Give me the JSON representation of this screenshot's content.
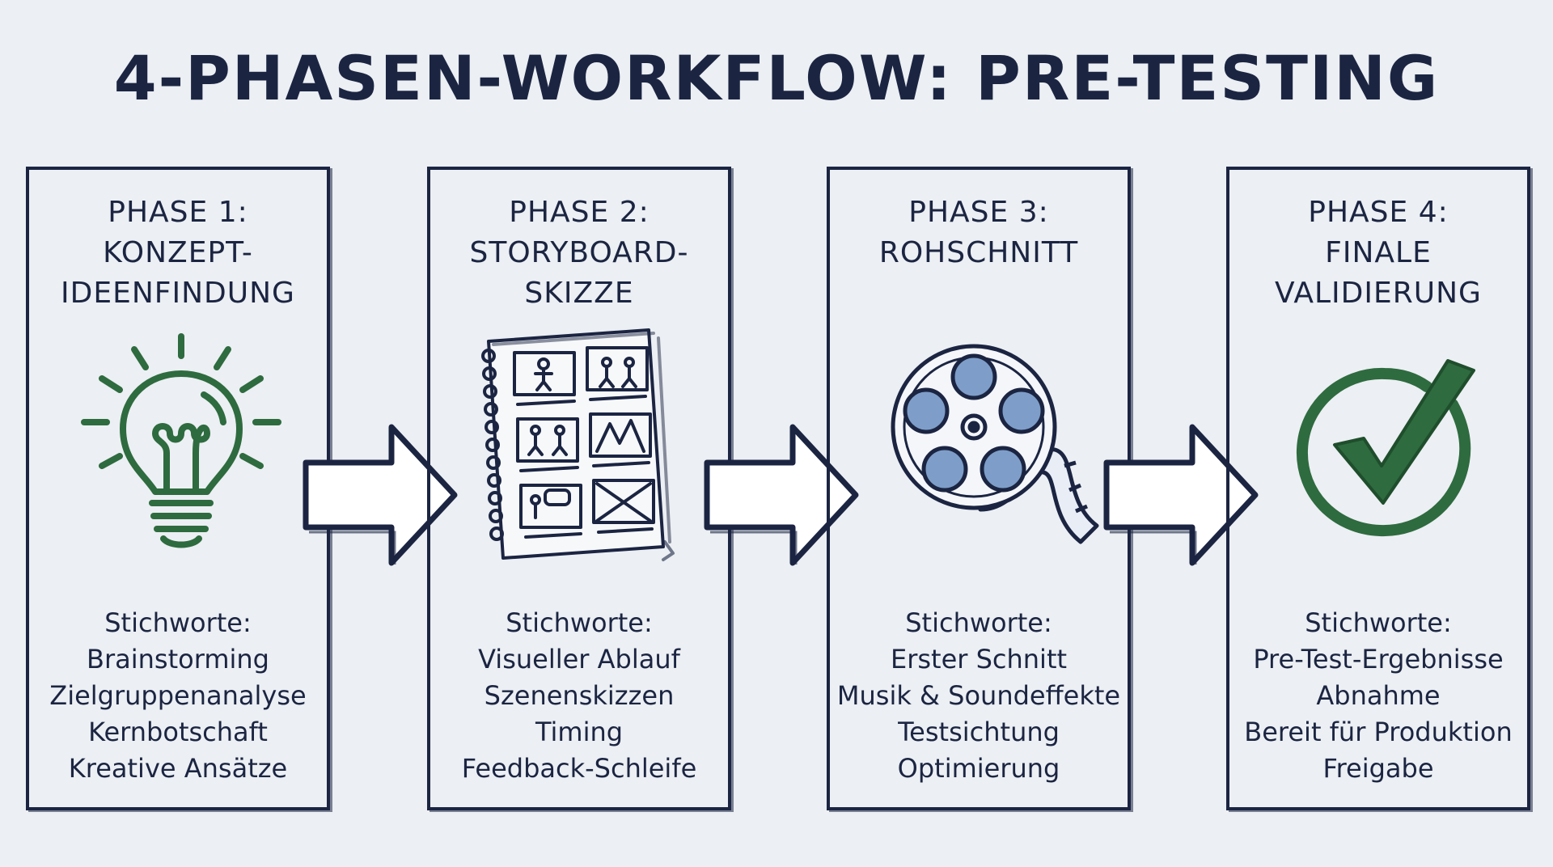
{
  "title": "4-PHASEN-WORKFLOW: PRE-TESTING",
  "phases": [
    {
      "lines": [
        "PHASE 1:",
        "KONZEPT-",
        "IDEENFINDUNG"
      ],
      "icon": "lightbulb-icon",
      "keywords_label": "Stichworte:",
      "keywords": [
        "Brainstorming",
        "Zielgruppenanalyse",
        "Kernbotschaft",
        "Kreative Ansätze"
      ]
    },
    {
      "lines": [
        "PHASE 2:",
        "STORYBOARD-",
        "SKIZZE"
      ],
      "icon": "storyboard-icon",
      "keywords_label": "Stichworte:",
      "keywords": [
        "Visueller Ablauf",
        "Szenenskizzen",
        "Timing",
        "Feedback-Schleife"
      ]
    },
    {
      "lines": [
        "PHASE 3:",
        "ROHSCHNITT"
      ],
      "icon": "film-reel-icon",
      "keywords_label": "Stichworte:",
      "keywords": [
        "Erster Schnitt",
        "Musik & Soundeffekte",
        "Testsichtung",
        "Optimierung"
      ]
    },
    {
      "lines": [
        "PHASE 4:",
        "FINALE",
        "VALIDIERUNG"
      ],
      "icon": "checkmark-circle-icon",
      "keywords_label": "Stichworte:",
      "keywords": [
        "Pre-Test-Ergebnisse",
        "Abnahme",
        "Bereit für Produktion",
        "Freigabe"
      ]
    }
  ],
  "colors": {
    "ink": "#1b2542",
    "green": "#2e6b3f",
    "reel_blue": "#7e9ec9",
    "background": "#eceff3"
  }
}
